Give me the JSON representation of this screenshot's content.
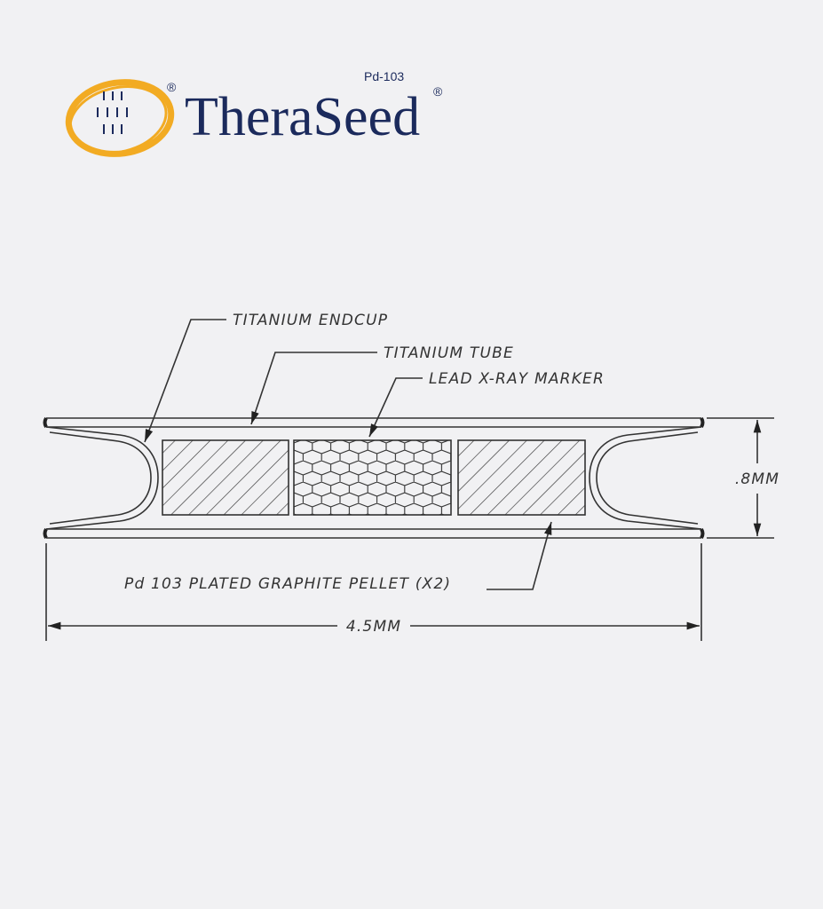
{
  "logo": {
    "brand": "TheraSeed",
    "isotope": "Pd-103",
    "registered_mark": "®",
    "ring_color": "#f2ab23",
    "text_color": "#1b2a5c"
  },
  "diagram": {
    "labels": {
      "endcup": "TITANIUM ENDCUP",
      "tube": "TITANIUM TUBE",
      "marker": "LEAD X-RAY MARKER",
      "pellet": "Pd 103 PLATED GRAPHITE PELLET (X2)"
    },
    "dimensions": {
      "diameter": ".8MM",
      "length": "4.5MM"
    }
  }
}
